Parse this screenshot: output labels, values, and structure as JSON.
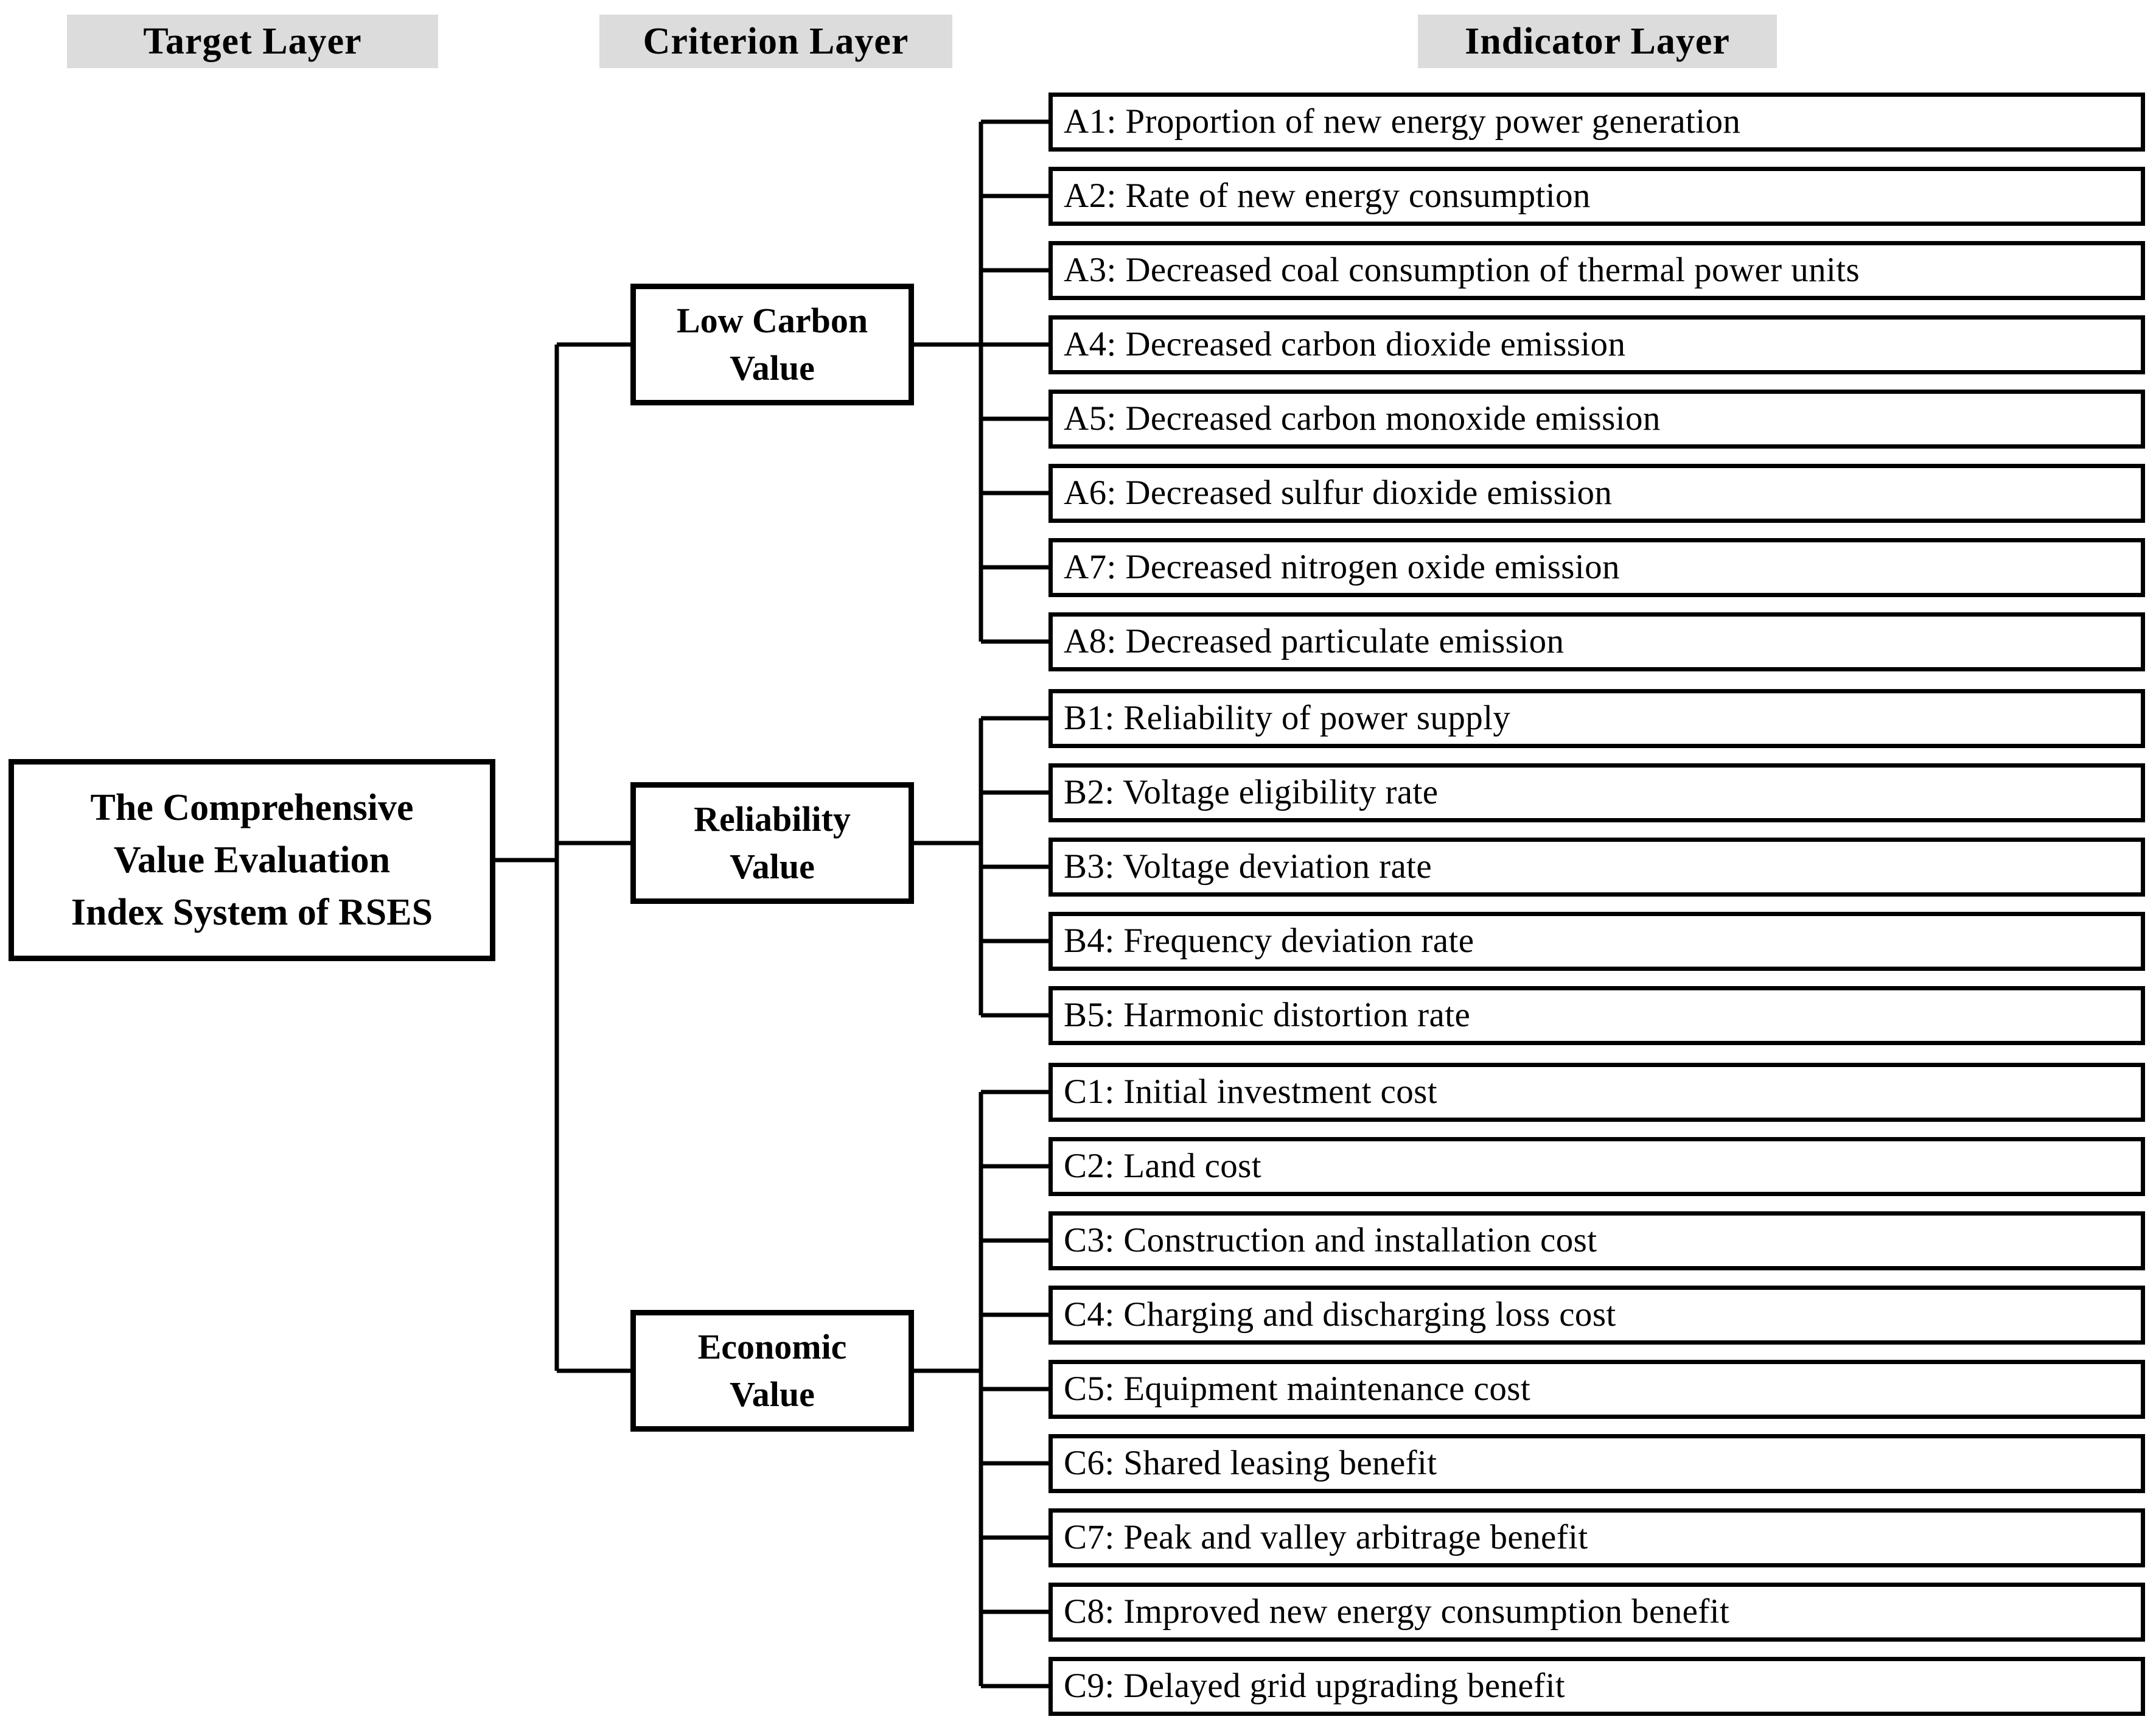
{
  "headers": {
    "target": "Target  Layer",
    "criterion": "Criterion  Layer",
    "indicator": "Indicator  Layer",
    "background_color": "#dcdcdc"
  },
  "target": {
    "label": "The Comprehensive\nValue Evaluation\nIndex System of RSES"
  },
  "criteria": [
    {
      "id": "A",
      "label": "Low Carbon\nValue"
    },
    {
      "id": "B",
      "label": "Reliability\nValue"
    },
    {
      "id": "C",
      "label": "Economic\nValue"
    }
  ],
  "indicators": [
    {
      "code": "A1",
      "text": "A1: Proportion of new energy power generation",
      "group": "A"
    },
    {
      "code": "A2",
      "text": "A2: Rate of new energy consumption",
      "group": "A"
    },
    {
      "code": "A3",
      "text": "A3: Decreased coal consumption  of thermal  power units",
      "group": "A"
    },
    {
      "code": "A4",
      "text": "A4: Decreased carbon dioxide emission",
      "group": "A"
    },
    {
      "code": "A5",
      "text": "A5: Decreased carbon monoxide emission",
      "group": "A"
    },
    {
      "code": "A6",
      "text": "A6: Decreased sulfur dioxide emission",
      "group": "A"
    },
    {
      "code": "A7",
      "text": "A7: Decreased nitrogen  oxide emission",
      "group": "A"
    },
    {
      "code": "A8",
      "text": "A8: Decreased particulate emission",
      "group": "A"
    },
    {
      "code": "B1",
      "text": "B1: Reliability of power supply",
      "group": "B"
    },
    {
      "code": "B2",
      "text": "B2: Voltage eligibility rate",
      "group": "B"
    },
    {
      "code": "B3",
      "text": "B3: Voltage deviation  rate",
      "group": "B"
    },
    {
      "code": "B4",
      "text": "B4: Frequency  deviation  rate",
      "group": "B"
    },
    {
      "code": "B5",
      "text": "B5: Harmonic  distortion  rate",
      "group": "B"
    },
    {
      "code": "C1",
      "text": "C1: Initial  investment cost",
      "group": "C"
    },
    {
      "code": "C2",
      "text": "C2: Land  cost",
      "group": "C"
    },
    {
      "code": "C3",
      "text": "C3: Construction  and installation  cost",
      "group": "C"
    },
    {
      "code": "C4",
      "text": "C4: Charging  and discharging  loss cost",
      "group": "C"
    },
    {
      "code": "C5",
      "text": "C5: Equipment maintenance  cost",
      "group": "C"
    },
    {
      "code": "C6",
      "text": "C6: Shared leasing benefit",
      "group": "C"
    },
    {
      "code": "C7",
      "text": "C7: Peak and valley arbitrage benefit",
      "group": "C"
    },
    {
      "code": "C8",
      "text": "C8: Improved new energy consumption  benefit",
      "group": "C"
    },
    {
      "code": "C9",
      "text": "C9: Delayed grid upgrading benefit",
      "group": "C"
    }
  ],
  "style": {
    "line_color": "#000000",
    "box_border_color": "#000000",
    "page_background": "#ffffff"
  }
}
